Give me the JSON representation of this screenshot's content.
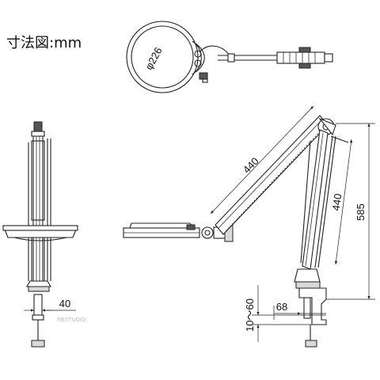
{
  "title": "寸法図:mm",
  "dimensions": {
    "lens_diameter": "φ226",
    "upper_arm": "440",
    "lower_arm": "440",
    "total_height": "585",
    "clamp_width": "40",
    "clamp_depth": "68",
    "clamp_range": "10〜60"
  },
  "watermark": "RESTUDIO"
}
